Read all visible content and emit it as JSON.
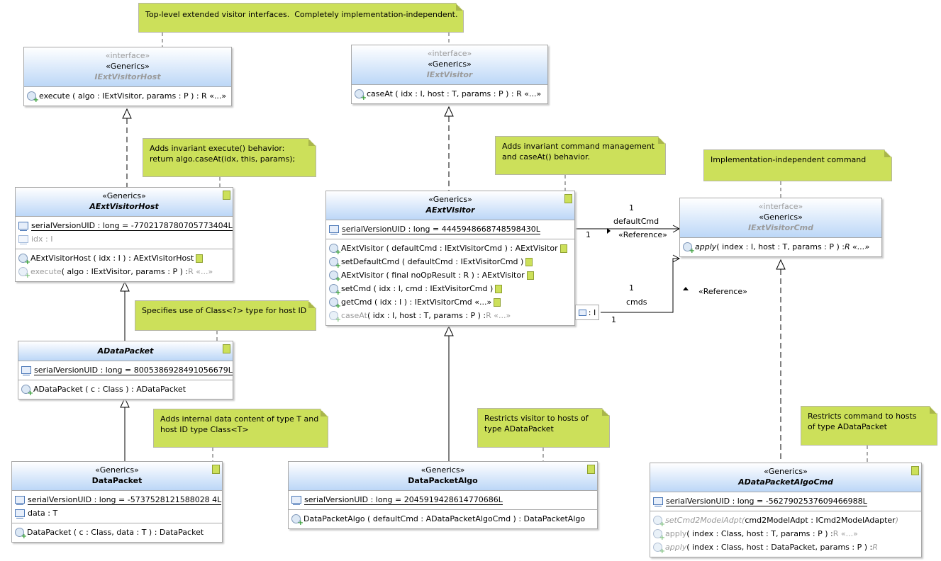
{
  "notes": {
    "top": "Top-level extended visitor interfaces.  Completely implementation-independent.",
    "host_exec": "Adds invariant execute() behavior:\nreturn algo.caseAt(idx, this, params);",
    "visitor_cmd": "Adds invariant command management\nand caseAt() behavior.",
    "cmd_impl": "Implementation-independent command",
    "class_type": "Specifies use of Class<?> type for host ID",
    "data_content": "Adds internal data content of type T and\nhost ID type Class<T>",
    "restrict_visitor": "Restricts visitor to hosts of\ntype ADataPacket",
    "restrict_cmd": "Restricts command to hosts\nof type ADataPacket"
  },
  "classes": {
    "iext_visitor_host": {
      "stereotype1": "«interface»",
      "stereotype2": "«Generics»",
      "name": "IExtVisitorHost",
      "methods": [
        "execute ( algo : IExtVisitor, params : P ) :  R «...»"
      ]
    },
    "iext_visitor": {
      "stereotype1": "«interface»",
      "stereotype2": "«Generics»",
      "name": "IExtVisitor",
      "methods": [
        "caseAt ( idx : I, host : T, params : P ) :  R «...»"
      ]
    },
    "iext_visitor_cmd": {
      "stereotype1": "«interface»",
      "stereotype2": "«Generics»",
      "name": "IExtVisitorCmd",
      "method_name": "apply",
      "method_rest": " ( index : I, host : T, params : P ) : ",
      "method_ret": " R «...»"
    },
    "aext_visitor_host": {
      "stereotype": "«Generics»",
      "name": "AExtVisitorHost",
      "field1": "serialVersionUID : long = -7702178780705773404L",
      "field2": "idx : I",
      "method1": "AExtVisitorHost ( idx : I ) :  AExtVisitorHost",
      "method2a": "execute",
      "method2b": " ( algo : IExtVisitor, params : P ) : ",
      "method2c": " R «...»"
    },
    "aext_visitor": {
      "stereotype": "«Generics»",
      "name": "AExtVisitor",
      "field1": "serialVersionUID : long = 4445948668748598430L",
      "methods": [
        "AExtVisitor ( defaultCmd : IExtVisitorCmd ) :  AExtVisitor",
        "setDefaultCmd ( defaultCmd : IExtVisitorCmd )",
        "AExtVisitor ( final noOpResult : R ) :  AExtVisitor",
        "setCmd ( idx : I, cmd : IExtVisitorCmd )",
        "getCmd ( idx : I ) :  IExtVisitorCmd «...»"
      ],
      "method6a": "caseAt",
      "method6b": " ( idx : I, host : T, params : P ) : ",
      "method6c": " R «...»"
    },
    "adata_packet": {
      "name": "ADataPacket",
      "field1": "serialVersionUID : long = 8005386928491056679L",
      "method1": "ADataPacket ( c : Class ) :  ADataPacket"
    },
    "data_packet": {
      "stereotype": "«Generics»",
      "name": "DataPacket",
      "field1": "serialVersionUID : long = -5737528121588028 4L",
      "field2": "data : T",
      "method1": "DataPacket ( c : Class, data : T ) :  DataPacket"
    },
    "data_packet_algo": {
      "stereotype": "«Generics»",
      "name": "DataPacketAlgo",
      "field1": "serialVersionUID : long = 2045919428614770686L",
      "method1": "DataPacketAlgo ( defaultCmd : ADataPacketAlgoCmd ) :  DataPacketAlgo"
    },
    "adata_packet_algo_cmd": {
      "stereotype": "«Generics»",
      "name": "ADataPacketAlgoCmd",
      "field1": "serialVersionUID : long = -5627902537609466988L",
      "m1a": "setCmd2ModelAdpt",
      "m1b": " ( ",
      "m1c": "cmd2ModelAdpt : ICmd2ModelAdapter",
      "m1d": " )",
      "m2a": "apply",
      "m2b": " ( index : Class, host : T, params : P ) : ",
      "m2c": " R «...»",
      "m3a": "apply",
      "m3b": " ( index : Class, host : DataPacket, params : P ) : ",
      "m3c": " R"
    }
  },
  "associations": {
    "default_cmd": {
      "mult_top": "1",
      "role": "defaultCmd",
      "mult_src": "1",
      "stereotype": "«Reference»"
    },
    "cmds": {
      "mult_top": "1",
      "role": "cmds",
      "mult_src": "1",
      "stereotype": "«Reference»",
      "qualifier": ": I"
    }
  }
}
